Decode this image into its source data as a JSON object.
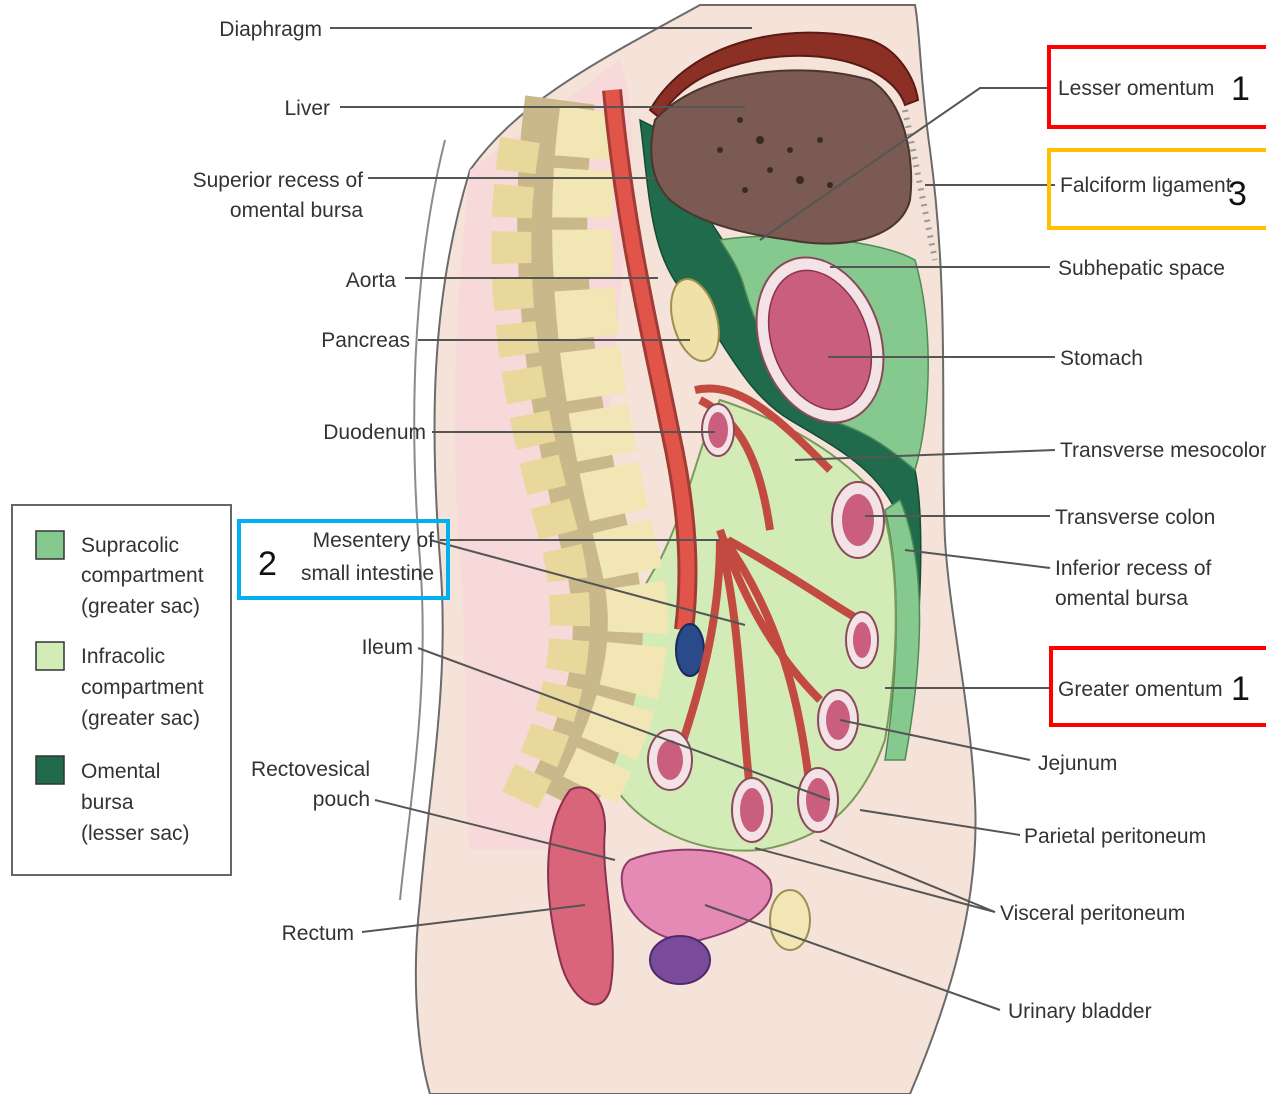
{
  "labels": {
    "diaphragm": "Diaphragm",
    "liver": "Liver",
    "superior_recess": [
      "Superior recess of",
      "omental bursa"
    ],
    "aorta": "Aorta",
    "pancreas": "Pancreas",
    "duodenum": "Duodenum",
    "mesentery": [
      "Mesentery of",
      "small intestine"
    ],
    "ileum": "Ileum",
    "rectovesical": [
      "Rectovesical",
      "pouch"
    ],
    "rectum": "Rectum",
    "lesser_omentum": "Lesser omentum",
    "falciform": "Falciform ligament",
    "subhepatic": "Subhepatic space",
    "stomach": "Stomach",
    "transverse_mesocolon": "Transverse mesocolon",
    "transverse_colon": "Transverse colon",
    "inferior_recess": [
      "Inferior recess of",
      "omental bursa"
    ],
    "greater_omentum": "Greater omentum",
    "jejunum": "Jejunum",
    "parietal_peritoneum": "Parietal peritoneum",
    "visceral_peritoneum": "Visceral peritoneum",
    "urinary_bladder": "Urinary bladder"
  },
  "annotations": {
    "lesser_omentum_num": "1",
    "greater_omentum_num": "1",
    "mesentery_num": "2",
    "falciform_num": "3"
  },
  "annotation_colors": {
    "red": "#ff0000",
    "blue": "#00b0f0",
    "orange": "#ffc000"
  },
  "legend": {
    "items": [
      {
        "lines": [
          "Supracolic",
          "compartment",
          "(greater sac)"
        ],
        "color": "#86c98f"
      },
      {
        "lines": [
          "Infracolic",
          "compartment",
          "(greater sac)"
        ],
        "color": "#d3ebb6"
      },
      {
        "lines": [
          "Omental",
          "bursa",
          "(lesser sac)"
        ],
        "color": "#1f6b4b"
      }
    ]
  },
  "colors": {
    "liver": "#7a5a52",
    "stomach": "#c95e7e",
    "aorta": "#e0544a",
    "bone": "#f1e6b4",
    "skin": "#f5e2d8"
  }
}
